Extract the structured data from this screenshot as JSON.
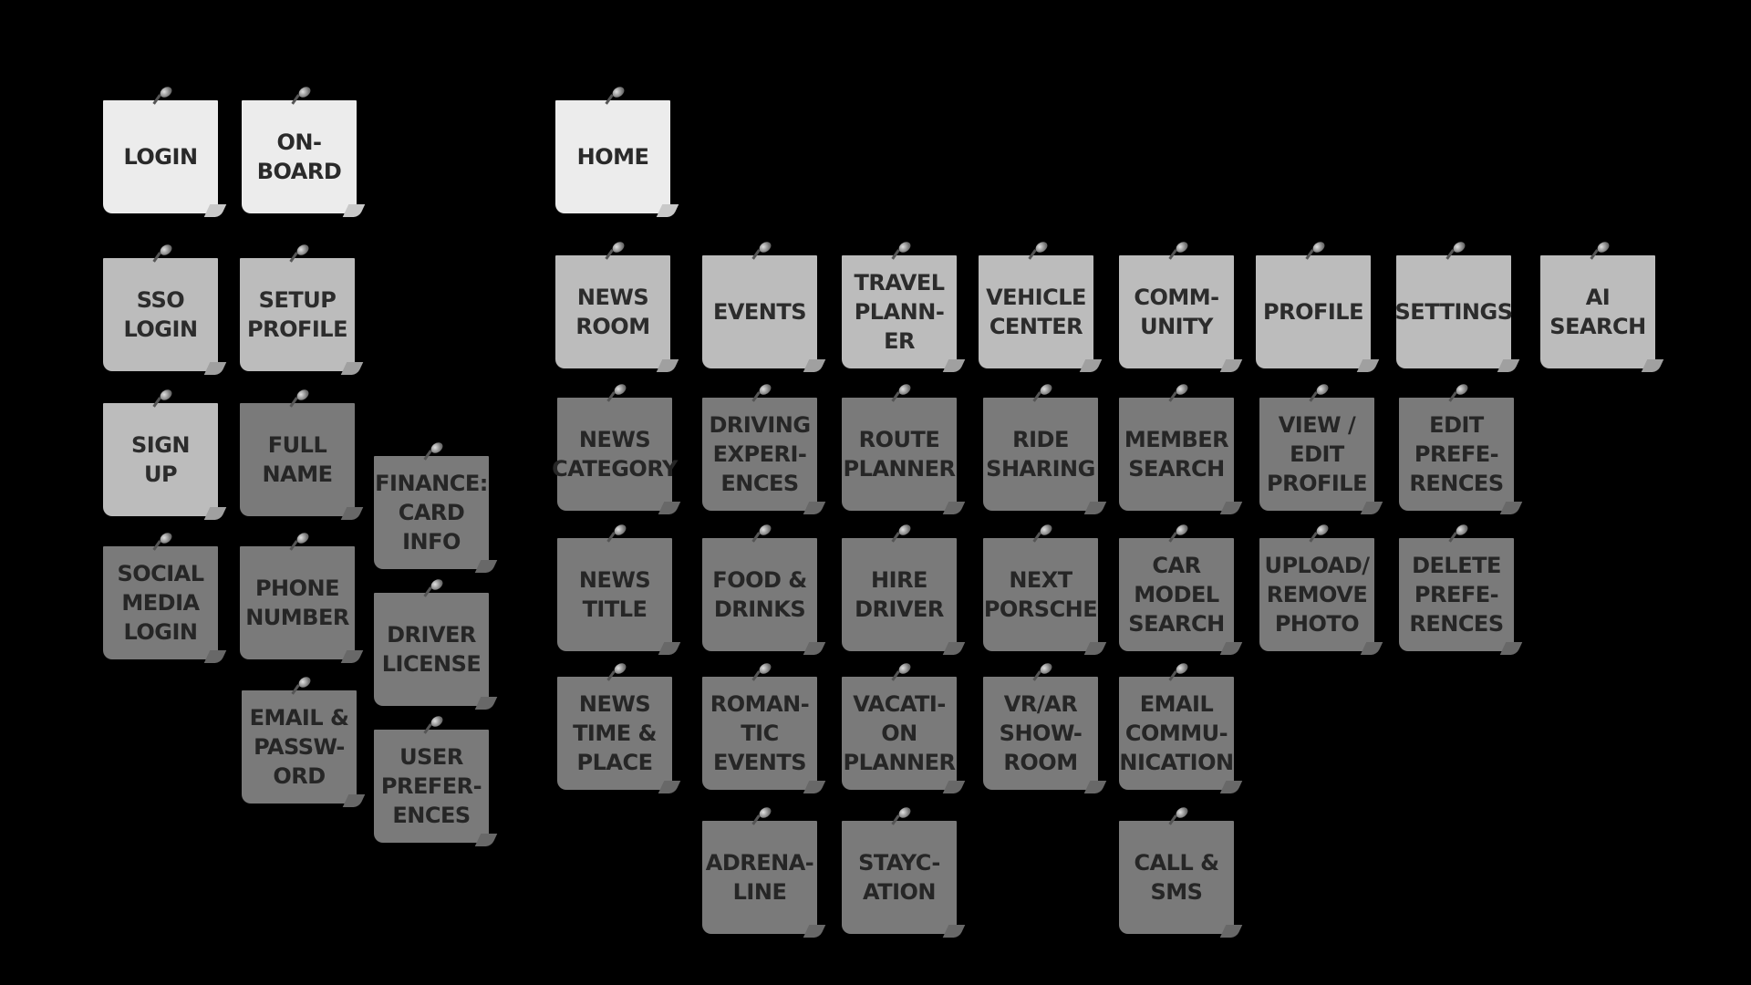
{
  "notes": [
    {
      "label": "LOGIN",
      "tone": "light"
    },
    {
      "label": "ON-\nBOARD",
      "tone": "light"
    },
    {
      "label": "HOME",
      "tone": "light"
    },
    {
      "label": "SSO\nLOGIN",
      "tone": "mid"
    },
    {
      "label": "SETUP\nPROFILE",
      "tone": "mid"
    },
    {
      "label": "SIGN\nUP",
      "tone": "mid"
    },
    {
      "label": "FULL\nNAME",
      "tone": "dark"
    },
    {
      "label": "FINANCE:\nCARD\nINFO",
      "tone": "dark"
    },
    {
      "label": "SOCIAL\nMEDIA\nLOGIN",
      "tone": "dark"
    },
    {
      "label": "PHONE\nNUMBER",
      "tone": "dark"
    },
    {
      "label": "DRIVER\nLICENSE",
      "tone": "dark"
    },
    {
      "label": "EMAIL &\nPASSW-\nORD",
      "tone": "dark"
    },
    {
      "label": "USER\nPREFER-\nENCES",
      "tone": "dark"
    },
    {
      "label": "NEWS\nROOM",
      "tone": "mid"
    },
    {
      "label": "EVENTS",
      "tone": "mid"
    },
    {
      "label": "TRAVEL\nPLANN-\nER",
      "tone": "mid"
    },
    {
      "label": "VEHICLE\nCENTER",
      "tone": "mid"
    },
    {
      "label": "COMM-\nUNITY",
      "tone": "mid"
    },
    {
      "label": "PROFILE",
      "tone": "mid"
    },
    {
      "label": "SETTINGS",
      "tone": "mid"
    },
    {
      "label": "AI\nSEARCH",
      "tone": "mid"
    },
    {
      "label": "NEWS\nCATEGORY",
      "tone": "dark"
    },
    {
      "label": "DRIVING\nEXPERI-\nENCES",
      "tone": "dark"
    },
    {
      "label": "ROUTE\nPLANNER",
      "tone": "dark"
    },
    {
      "label": "RIDE\nSHARING",
      "tone": "dark"
    },
    {
      "label": "MEMBER\nSEARCH",
      "tone": "dark"
    },
    {
      "label": "VIEW /\nEDIT\nPROFILE",
      "tone": "dark"
    },
    {
      "label": "EDIT\nPREFE-\nRENCES",
      "tone": "dark"
    },
    {
      "label": "NEWS\nTITLE",
      "tone": "dark"
    },
    {
      "label": "FOOD &\nDRINKS",
      "tone": "dark"
    },
    {
      "label": "HIRE\nDRIVER",
      "tone": "dark"
    },
    {
      "label": "NEXT\nPORSCHE",
      "tone": "dark"
    },
    {
      "label": "CAR\nMODEL\nSEARCH",
      "tone": "dark"
    },
    {
      "label": "UPLOAD/\nREMOVE\nPHOTO",
      "tone": "dark"
    },
    {
      "label": "DELETE\nPREFE-\nRENCES",
      "tone": "dark"
    },
    {
      "label": "NEWS\nTIME &\nPLACE",
      "tone": "dark"
    },
    {
      "label": "ROMAN-\nTIC\nEVENTS",
      "tone": "dark"
    },
    {
      "label": "VACATI-\nON\nPLANNER",
      "tone": "dark"
    },
    {
      "label": "VR/AR\nSHOW-\nROOM",
      "tone": "dark"
    },
    {
      "label": "EMAIL\nCOMMU-\nNICATION",
      "tone": "dark"
    },
    {
      "label": "ADRENA-\nLINE",
      "tone": "dark"
    },
    {
      "label": "STAYC-\nATION",
      "tone": "dark"
    },
    {
      "label": "CALL &\nSMS",
      "tone": "dark"
    }
  ]
}
